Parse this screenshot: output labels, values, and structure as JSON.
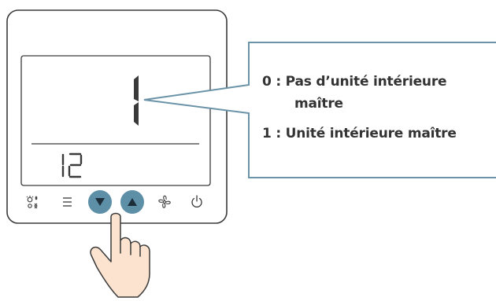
{
  "device": {
    "main_digit": "1",
    "code_digits": "12",
    "buttons": [
      {
        "icon": "mode-icon"
      },
      {
        "icon": "menu-icon"
      },
      {
        "icon": "down-arrow-icon"
      },
      {
        "icon": "up-arrow-icon"
      },
      {
        "icon": "fan-icon"
      },
      {
        "icon": "power-icon"
      }
    ]
  },
  "callout": {
    "line1": "0 : Pas d’unité intérieure",
    "line1_cont": "maître",
    "line2": "1 : Unité intérieure maître"
  },
  "colors": {
    "callout_border": "#6b93a8",
    "arrow_button": "#5d8fa7",
    "panel_stroke": "#3a3a3a",
    "hand_fill": "#fbe3cf"
  }
}
